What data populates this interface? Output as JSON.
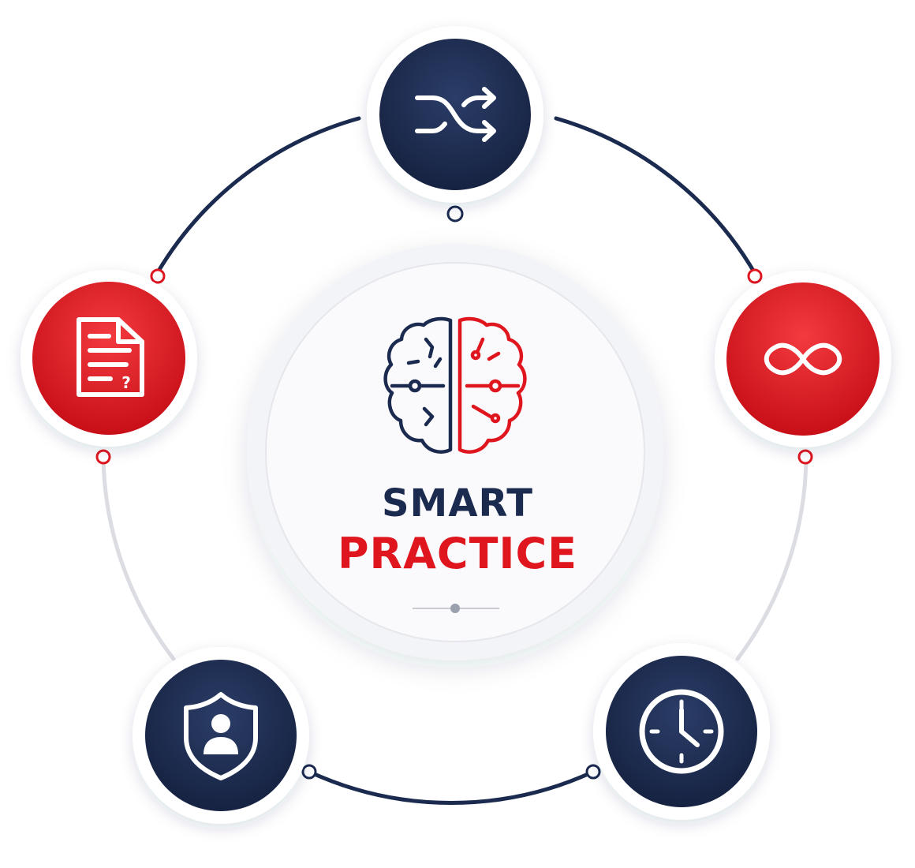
{
  "title": {
    "line1": "SMART",
    "line2": "PRACTICE"
  },
  "center_icon": "brain-circuit-icon",
  "nodes": [
    {
      "id": "top",
      "icon": "shuffle-icon"
    },
    {
      "id": "left",
      "icon": "question-document-icon"
    },
    {
      "id": "right",
      "icon": "infinity-icon"
    },
    {
      "id": "bottom-left",
      "icon": "shield-user-icon"
    },
    {
      "id": "bottom-right",
      "icon": "clock-icon"
    }
  ],
  "colors": {
    "navy": "#1b2a4f",
    "red": "#e0161f",
    "light_gray": "#dcdde3",
    "white": "#ffffff"
  }
}
